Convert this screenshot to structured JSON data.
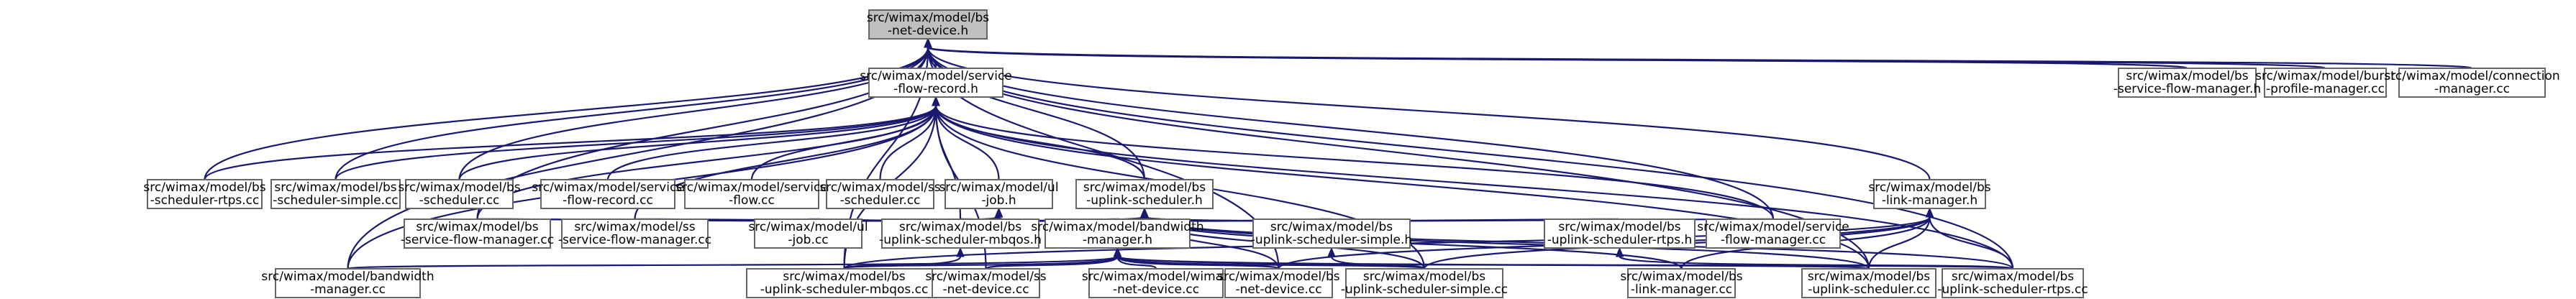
{
  "graph": {
    "colors": {
      "root_fill": "#bfbfbf",
      "node_fill": "#ffffff",
      "node_border": "#666666",
      "edge": "#191970"
    },
    "nodes": [
      {
        "id": "netdevice_h",
        "lines": [
          "src/wimax/model/bs",
          "-net-device.h"
        ],
        "root": true
      },
      {
        "id": "sfrecord_h",
        "lines": [
          "src/wimax/model/service",
          "-flow-record.h"
        ]
      },
      {
        "id": "sfmanager_h",
        "lines": [
          "src/wimax/model/bs",
          "-service-flow-manager.h"
        ]
      },
      {
        "id": "burst_cc",
        "lines": [
          "src/wimax/model/burst",
          "-profile-manager.cc"
        ]
      },
      {
        "id": "connmgr_cc",
        "lines": [
          "src/wimax/model/connection",
          "-manager.cc"
        ]
      },
      {
        "id": "schedrtps_cc",
        "lines": [
          "src/wimax/model/bs",
          "-scheduler-rtps.cc"
        ]
      },
      {
        "id": "schedsimple_cc",
        "lines": [
          "src/wimax/model/bs",
          "-scheduler-simple.cc"
        ]
      },
      {
        "id": "sched_cc",
        "lines": [
          "src/wimax/model/bs",
          "-scheduler.cc"
        ]
      },
      {
        "id": "sfrecord_cc",
        "lines": [
          "src/wimax/model/service",
          "-flow-record.cc"
        ]
      },
      {
        "id": "sflow_cc",
        "lines": [
          "src/wimax/model/service",
          "-flow.cc"
        ]
      },
      {
        "id": "ssched_cc",
        "lines": [
          "src/wimax/model/ss",
          "-scheduler.cc"
        ]
      },
      {
        "id": "uljob_h",
        "lines": [
          "src/wimax/model/ul",
          "-job.h"
        ]
      },
      {
        "id": "uplinksched_h",
        "lines": [
          "src/wimax/model/bs",
          "-uplink-scheduler.h"
        ]
      },
      {
        "id": "linkmgr_h",
        "lines": [
          "src/wimax/model/bs",
          "-link-manager.h"
        ]
      },
      {
        "id": "bssfm_cc",
        "lines": [
          "src/wimax/model/bs",
          "-service-flow-manager.cc"
        ]
      },
      {
        "id": "sssfm_cc",
        "lines": [
          "src/wimax/model/ss",
          "-service-flow-manager.cc"
        ]
      },
      {
        "id": "uljob_cc",
        "lines": [
          "src/wimax/model/ul",
          "-job.cc"
        ]
      },
      {
        "id": "mbqos_h",
        "lines": [
          "src/wimax/model/bs",
          "-uplink-scheduler-mbqos.h"
        ]
      },
      {
        "id": "bwmgr_h",
        "lines": [
          "src/wimax/model/bandwidth",
          "-manager.h"
        ]
      },
      {
        "id": "ulsimple_h",
        "lines": [
          "src/wimax/model/bs",
          "-uplink-scheduler-simple.h"
        ]
      },
      {
        "id": "ulrtps_h",
        "lines": [
          "src/wimax/model/bs",
          "-uplink-scheduler-rtps.h"
        ]
      },
      {
        "id": "sfmgr_cc",
        "lines": [
          "src/wimax/model/service",
          "-flow-manager.cc"
        ]
      },
      {
        "id": "bwmgr_cc",
        "lines": [
          "src/wimax/model/bandwidth",
          "-manager.cc"
        ]
      },
      {
        "id": "mbqos_cc",
        "lines": [
          "src/wimax/model/bs",
          "-uplink-scheduler-mbqos.cc"
        ]
      },
      {
        "id": "ssnet_cc",
        "lines": [
          "src/wimax/model/ss",
          "-net-device.cc"
        ]
      },
      {
        "id": "wimaxnet_cc",
        "lines": [
          "src/wimax/model/wimax",
          "-net-device.cc"
        ]
      },
      {
        "id": "bsnet_cc",
        "lines": [
          "src/wimax/model/bs",
          "-net-device.cc"
        ]
      },
      {
        "id": "ulsimple_cc",
        "lines": [
          "src/wimax/model/bs",
          "-uplink-scheduler-simple.cc"
        ]
      },
      {
        "id": "linkmgr_cc",
        "lines": [
          "src/wimax/model/bs",
          "-link-manager.cc"
        ]
      },
      {
        "id": "ulsched_cc",
        "lines": [
          "src/wimax/model/bs",
          "-uplink-scheduler.cc"
        ]
      },
      {
        "id": "ulrtps_cc",
        "lines": [
          "src/wimax/model/bs",
          "-uplink-scheduler-rtps.cc"
        ]
      }
    ],
    "edges": [
      [
        "sfrecord_h",
        "netdevice_h"
      ],
      [
        "sfmanager_h",
        "netdevice_h"
      ],
      [
        "burst_cc",
        "netdevice_h"
      ],
      [
        "connmgr_cc",
        "netdevice_h"
      ],
      [
        "schedrtps_cc",
        "netdevice_h"
      ],
      [
        "schedsimple_cc",
        "netdevice_h"
      ],
      [
        "sched_cc",
        "netdevice_h"
      ],
      [
        "uplinksched_h",
        "netdevice_h"
      ],
      [
        "linkmgr_h",
        "netdevice_h"
      ],
      [
        "bssfm_cc",
        "netdevice_h"
      ],
      [
        "sfmgr_cc",
        "netdevice_h"
      ],
      [
        "bwmgr_cc",
        "netdevice_h"
      ],
      [
        "mbqos_cc",
        "netdevice_h"
      ],
      [
        "bsnet_cc",
        "netdevice_h"
      ],
      [
        "ulsched_cc",
        "netdevice_h"
      ],
      [
        "ulrtps_cc",
        "netdevice_h"
      ],
      [
        "schedrtps_cc",
        "sfrecord_h"
      ],
      [
        "schedsimple_cc",
        "sfrecord_h"
      ],
      [
        "sched_cc",
        "sfrecord_h"
      ],
      [
        "sfrecord_cc",
        "sfrecord_h"
      ],
      [
        "sflow_cc",
        "sfrecord_h"
      ],
      [
        "ssched_cc",
        "sfrecord_h"
      ],
      [
        "uljob_h",
        "sfrecord_h"
      ],
      [
        "uplinksched_h",
        "sfrecord_h"
      ],
      [
        "bssfm_cc",
        "sfrecord_h"
      ],
      [
        "sssfm_cc",
        "sfrecord_h"
      ],
      [
        "mbqos_h",
        "sfrecord_h"
      ],
      [
        "bwmgr_cc",
        "sfrecord_h"
      ],
      [
        "ssnet_cc",
        "sfrecord_h"
      ],
      [
        "sfmgr_cc",
        "sfrecord_h"
      ],
      [
        "ulsimple_cc",
        "sfrecord_h"
      ],
      [
        "ulsched_cc",
        "sfrecord_h"
      ],
      [
        "ulrtps_cc",
        "sfrecord_h"
      ],
      [
        "mbqos_cc",
        "sfrecord_h"
      ],
      [
        "bssfm_cc",
        "uljob_h"
      ],
      [
        "uljob_cc",
        "uljob_h"
      ],
      [
        "bwmgr_h",
        "uljob_h"
      ],
      [
        "mbqos_h",
        "uljob_h"
      ],
      [
        "bssfm_cc",
        "uplinksched_h"
      ],
      [
        "sssfm_cc",
        "uplinksched_h"
      ],
      [
        "mbqos_h",
        "uplinksched_h"
      ],
      [
        "bwmgr_h",
        "uplinksched_h"
      ],
      [
        "ulsimple_h",
        "uplinksched_h"
      ],
      [
        "ulrtps_h",
        "uplinksched_h"
      ],
      [
        "sfmgr_cc",
        "uplinksched_h"
      ],
      [
        "linkmgr_cc",
        "uplinksched_h"
      ],
      [
        "ulsched_cc",
        "uplinksched_h"
      ],
      [
        "ulrtps_cc",
        "uplinksched_h"
      ],
      [
        "bsnet_cc",
        "uplinksched_h"
      ],
      [
        "ulsimple_cc",
        "uplinksched_h"
      ],
      [
        "mbqos_cc",
        "mbqos_h"
      ],
      [
        "bwmgr_cc",
        "bwmgr_h"
      ],
      [
        "mbqos_cc",
        "bwmgr_h"
      ],
      [
        "ssnet_cc",
        "bwmgr_h"
      ],
      [
        "wimaxnet_cc",
        "bwmgr_h"
      ],
      [
        "bsnet_cc",
        "bwmgr_h"
      ],
      [
        "ulsimple_cc",
        "bwmgr_h"
      ],
      [
        "ulsched_cc",
        "bwmgr_h"
      ],
      [
        "ulrtps_cc",
        "bwmgr_h"
      ],
      [
        "ulsimple_cc",
        "ulsimple_h"
      ],
      [
        "ulrtps_cc",
        "ulrtps_h"
      ],
      [
        "mbqos_cc",
        "linkmgr_h"
      ],
      [
        "bsnet_cc",
        "linkmgr_h"
      ],
      [
        "ulsimple_cc",
        "linkmgr_h"
      ],
      [
        "linkmgr_cc",
        "linkmgr_h"
      ],
      [
        "ulsched_cc",
        "linkmgr_h"
      ],
      [
        "ulrtps_cc",
        "linkmgr_h"
      ]
    ]
  }
}
